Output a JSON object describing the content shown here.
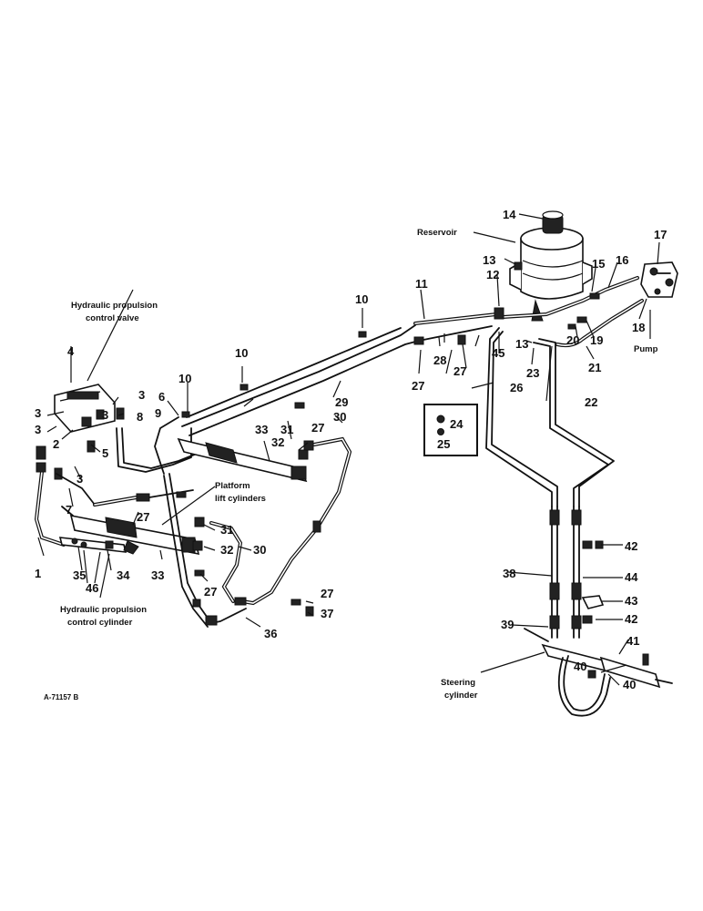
{
  "callouts": [
    "1",
    "2",
    "3",
    "4",
    "5",
    "6",
    "7",
    "8",
    "9",
    "10",
    "11",
    "12",
    "13",
    "14",
    "15",
    "16",
    "17",
    "18",
    "19",
    "20",
    "21",
    "22",
    "23",
    "24",
    "25",
    "26",
    "27",
    "28",
    "29",
    "30",
    "31",
    "32",
    "33",
    "34",
    "35",
    "36",
    "37",
    "38",
    "39",
    "40",
    "41",
    "42",
    "43",
    "44",
    "45",
    "46"
  ],
  "labels": {
    "reservoir": "Reservoir",
    "pump": "Pump",
    "propulsion_valve_1": "Hydraulic propulsion",
    "propulsion_valve_2": "control valve",
    "platform_1": "Platform",
    "platform_2": "lift cylinders",
    "propulsion_cyl_1": "Hydraulic propulsion",
    "propulsion_cyl_2": "control cylinder",
    "steering_1": "Steering",
    "steering_2": "cylinder",
    "ref": "A-71157 B"
  }
}
